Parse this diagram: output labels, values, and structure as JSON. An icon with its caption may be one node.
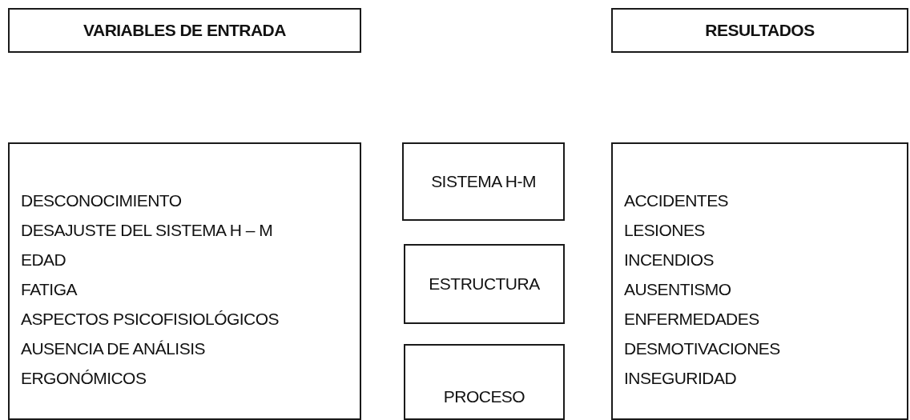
{
  "diagram": {
    "nodes": [
      {
        "text": [
          "VARIABLES DE ENTRADA"
        ]
      },
      {
        "text": [
          "RESULTADOS"
        ]
      },
      {
        "text": [
          "DESCONOCIMIENTO",
          "DESAJUSTE DEL SISTEMA H – M",
          "EDAD",
          "FATIGA",
          "ASPECTOS PSICOFISIOLÓGICOS",
          "AUSENCIA DE ANÁLISIS",
          "ERGONÓMICOS"
        ]
      },
      {
        "text": [
          "SISTEMA H-M"
        ]
      },
      {
        "text": [
          "ESTRUCTURA"
        ]
      },
      {
        "text": [
          "PROCESO"
        ]
      },
      {
        "text": [
          "ACCIDENTES",
          "LESIONES",
          "INCENDIOS",
          "AUSENTISMO",
          "ENFERMEDADES",
          "DESMOTIVACIONES",
          "INSEGURIDAD"
        ]
      }
    ]
  }
}
